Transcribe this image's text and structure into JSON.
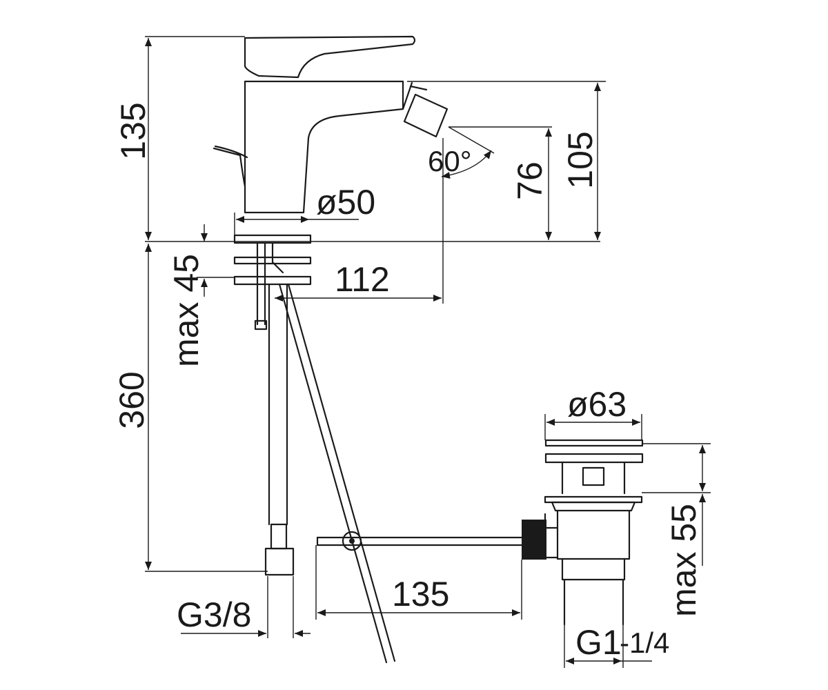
{
  "dimensions": {
    "height_total": "135",
    "spout_height": "105",
    "outlet_height": "76",
    "spout_angle": "60°",
    "base_diameter": "ø50",
    "mount_thickness": "max 45",
    "spout_reach": "112",
    "hose_length": "360",
    "inlet_thread": "G3/8",
    "rod_length": "135",
    "waste_diameter": "ø63",
    "waste_thickness": "max 55",
    "waste_thread_main": "G1",
    "waste_thread_fraction": "-1/4"
  }
}
